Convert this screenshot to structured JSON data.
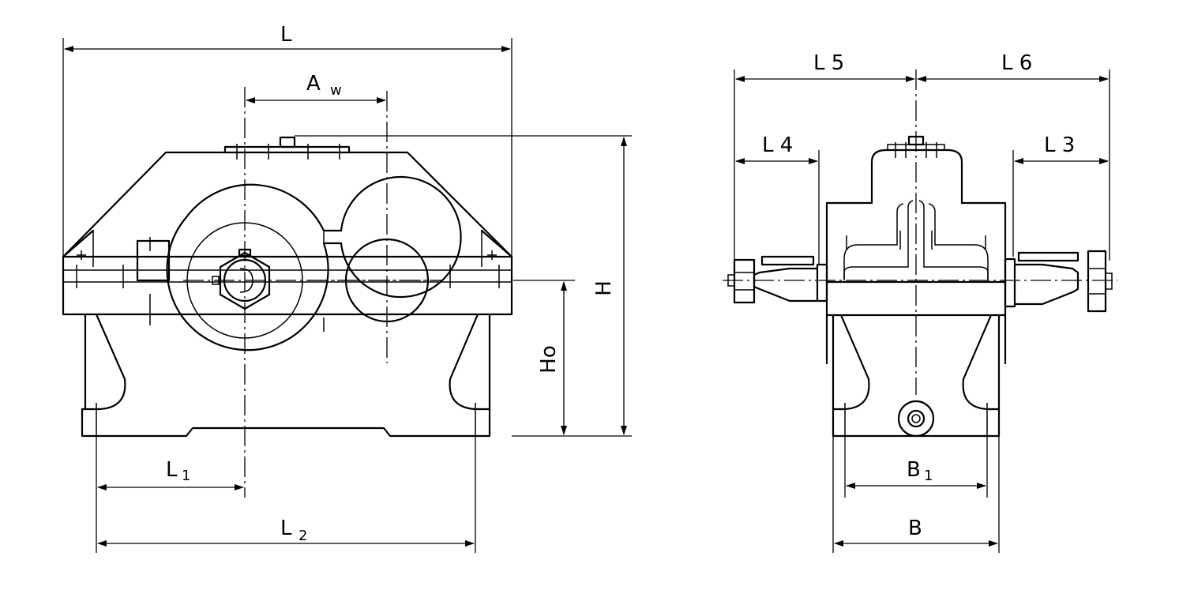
{
  "front_view": {
    "L": "L",
    "Aw_main": "A",
    "Aw_sub": "w",
    "H": "H",
    "Ho": "Ho",
    "L1_main": "L",
    "L1_sub": "1",
    "L2_main": "L",
    "L2_sub": "2"
  },
  "side_view": {
    "L5": "L 5",
    "L6": "L 6",
    "L4": "L 4",
    "L3": "L 3",
    "B1_main": "B",
    "B1_sub": "1",
    "B": "B"
  }
}
